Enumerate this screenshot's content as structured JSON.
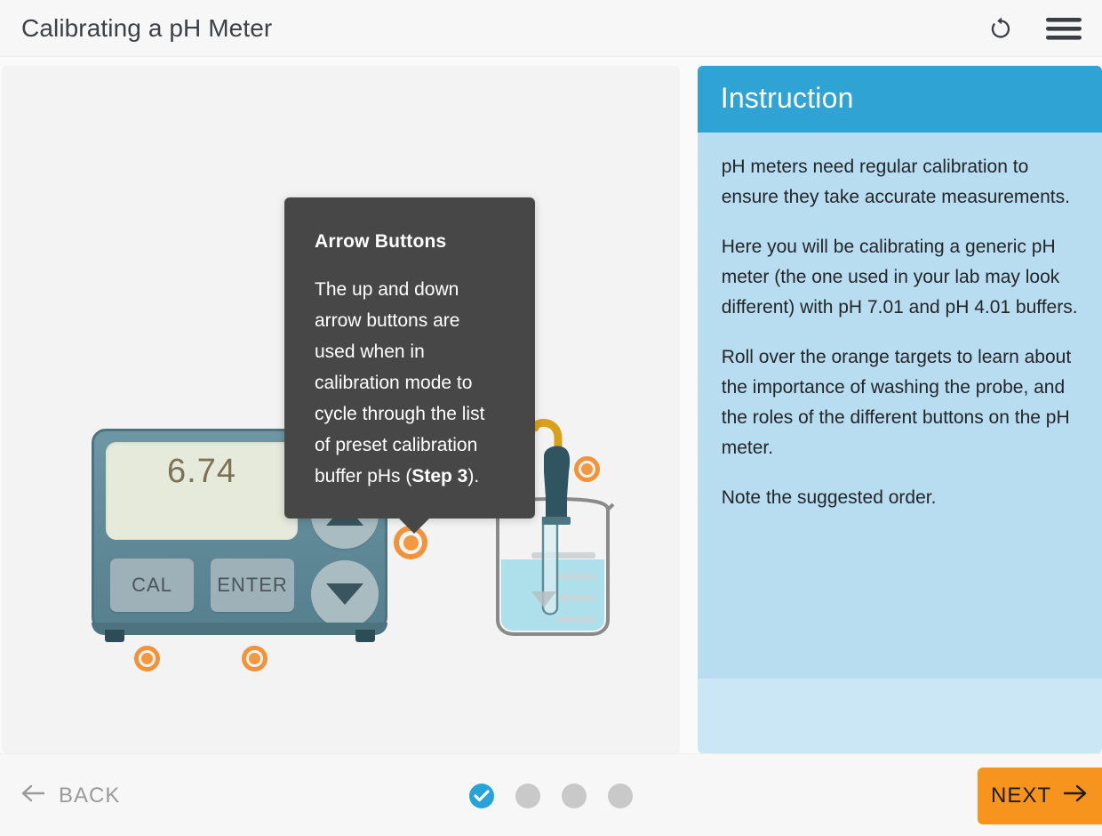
{
  "header": {
    "title": "Calibrating a pH Meter",
    "restart_icon": "restart-counterclockwise-icon",
    "menu_icon": "hamburger-menu-icon"
  },
  "stage": {
    "meter": {
      "display_value": "6.74",
      "cal_label": "CAL",
      "enter_label": "ENTER",
      "up_button": "arrow-up-button",
      "down_button": "arrow-down-button",
      "body_color": "#5e8896",
      "lcd_color": "#e6eadb"
    },
    "beaker": {
      "liquid_color": "#ade0ea",
      "probe_color": "#2f5560",
      "cable_color": "#d8a11c"
    },
    "targets": [
      {
        "name": "target-cal-button",
        "state": "idle"
      },
      {
        "name": "target-enter-button",
        "state": "idle"
      },
      {
        "name": "target-arrow-buttons",
        "state": "active"
      },
      {
        "name": "target-probe",
        "state": "idle"
      }
    ],
    "target_color": "#f2933a"
  },
  "tooltip": {
    "title": "Arrow Buttons",
    "text_before": "The up and down arrow buttons are used when in calibration mode to cycle through the list of preset calibration buffer pHs (",
    "emphasis": "Step 3",
    "text_after": ").",
    "background": "#474747"
  },
  "instruction": {
    "heading": "Instruction",
    "header_color": "#2fa3d3",
    "body_color": "#b9ddf0",
    "paragraphs": [
      "pH meters need regular calibration to ensure they take accurate measurements.",
      "Here you will be calibrating a generic pH meter (the one used in your lab may look different) with pH 7.01 and pH 4.01 buffers.",
      "Roll over the orange targets to learn about the importance of washing the probe, and the roles of the different buttons on the pH meter.",
      "Note the suggested order."
    ]
  },
  "footer": {
    "back_label": "BACK",
    "back_icon": "arrow-left-icon",
    "next_label": "NEXT",
    "next_icon": "arrow-right-icon",
    "next_color": "#f7941e",
    "steps": [
      {
        "state": "completed"
      },
      {
        "state": "pending"
      },
      {
        "state": "pending"
      },
      {
        "state": "pending"
      }
    ],
    "active_color": "#28a3d8",
    "pending_color": "#c9c9c9"
  }
}
